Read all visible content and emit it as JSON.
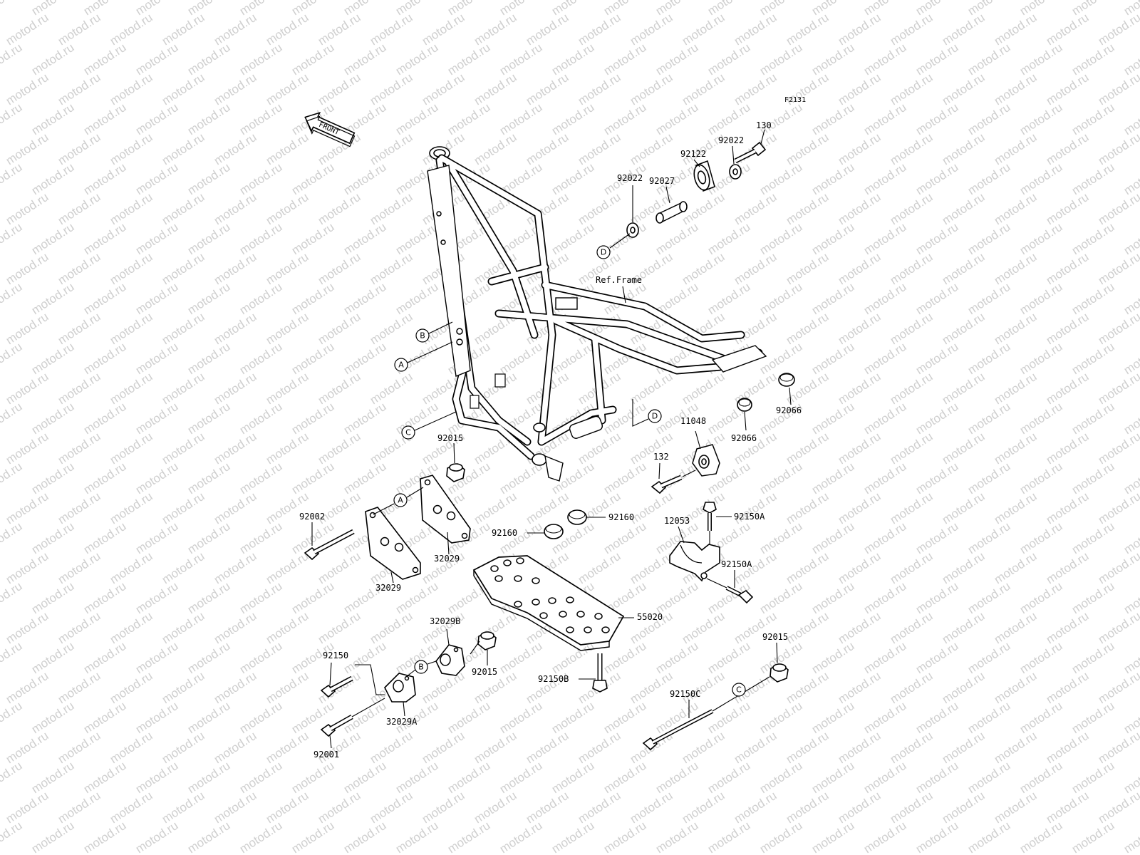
{
  "watermark": "motod.ru",
  "figure_code": "F2131",
  "front_arrow_label": "FRONT",
  "ref_frame_label": "Ref.Frame",
  "parts": {
    "p130": "130",
    "p92022_top": "92022",
    "p92122": "92122",
    "p92027": "92027",
    "p92022_left": "92022",
    "p92066_right": "92066",
    "p92066_left": "92066",
    "p11048": "11048",
    "p132": "132",
    "p92015_top": "92015",
    "p92002": "92002",
    "p32029_right": "32029",
    "p32029_left": "32029",
    "p92160_right": "92160",
    "p92160_left": "92160",
    "p12053": "12053",
    "p92150A_top": "92150A",
    "p92150A_bottom": "92150A",
    "p55020": "55020",
    "p32029B": "32029B",
    "p92015_mid": "92015",
    "p92150": "92150",
    "p32029A": "32029A",
    "p92001": "92001",
    "p92150B": "92150B",
    "p92015_right": "92015",
    "p92150C": "92150C"
  },
  "refs": {
    "A": "A",
    "B": "B",
    "C": "C",
    "D": "D"
  }
}
